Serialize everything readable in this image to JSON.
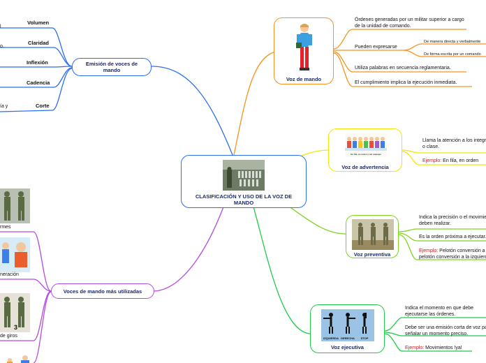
{
  "central": {
    "title": "CLASIFICACIÓN Y USO DE LA VOZ DE MANDO"
  },
  "voz_mando": {
    "title": "Voz de mando",
    "items": [
      "Órdenes generadas por un militar superior a cargo de la unidad de comando.",
      "Pueden expresarse",
      "Utiliza palabras en secuencia reglamentaria.",
      "El cumplimiento implica la ejecución inmediata."
    ],
    "sub_items": [
      "De manera directa y verbalmente",
      "De forma escrita por un comando"
    ]
  },
  "voz_advertencia": {
    "title": "Voz de advertencia",
    "picture_caption": "En fila, en orden y sin empujar",
    "item": "Llama la atención a los integrantes del grupo o clase.",
    "ejemplo_label": "Ejemplo:",
    "ejemplo_text": " En fila, en orden"
  },
  "voz_preventiva": {
    "title": "Voz preventiva",
    "items": [
      "Indica la precisión o el movimiento que deben realizar.",
      "Es la orden próxima a ejecutar."
    ],
    "ejemplo_label": "Ejemplo:",
    "ejemplo_text": " Pelotón conversión a la derecha, pelotón conversión a la izquierda"
  },
  "voz_ejecutiva": {
    "title": "Voz ejecutiva",
    "picture_words": [
      "IZQUIERDA",
      "DERECHA",
      "STOP"
    ],
    "items": [
      "Indica el momento en que debe ejecutarse las órdenes.",
      "Debe ser una emisión corta de voz para señalar un momento preciso."
    ],
    "ejemplo_label": "Ejemplo:",
    "ejemplo_text": " Movimientos !ya!"
  },
  "emision": {
    "title": "Emisión de voces de mando",
    "items": [
      "Volumen",
      "Claridad",
      "Inflexión",
      "Cadencia",
      "Corte"
    ],
    "clipped_text": [
      "l",
      "o.",
      "ía y"
    ]
  },
  "voces_utilizadas": {
    "title": "Voces de mando más utilizadas",
    "items": [
      "rmes",
      "neración",
      "de giros"
    ],
    "picture_number": "3"
  },
  "colors": {
    "mando": "#f7931e",
    "advertencia": "#f2e600",
    "preventiva": "#7ed321",
    "ejecutiva": "#1fcc4a",
    "emision": "#2a6ff2",
    "voces": "#b24adf",
    "central": "#2a6ff2",
    "ejemplo": "#d0161e"
  }
}
